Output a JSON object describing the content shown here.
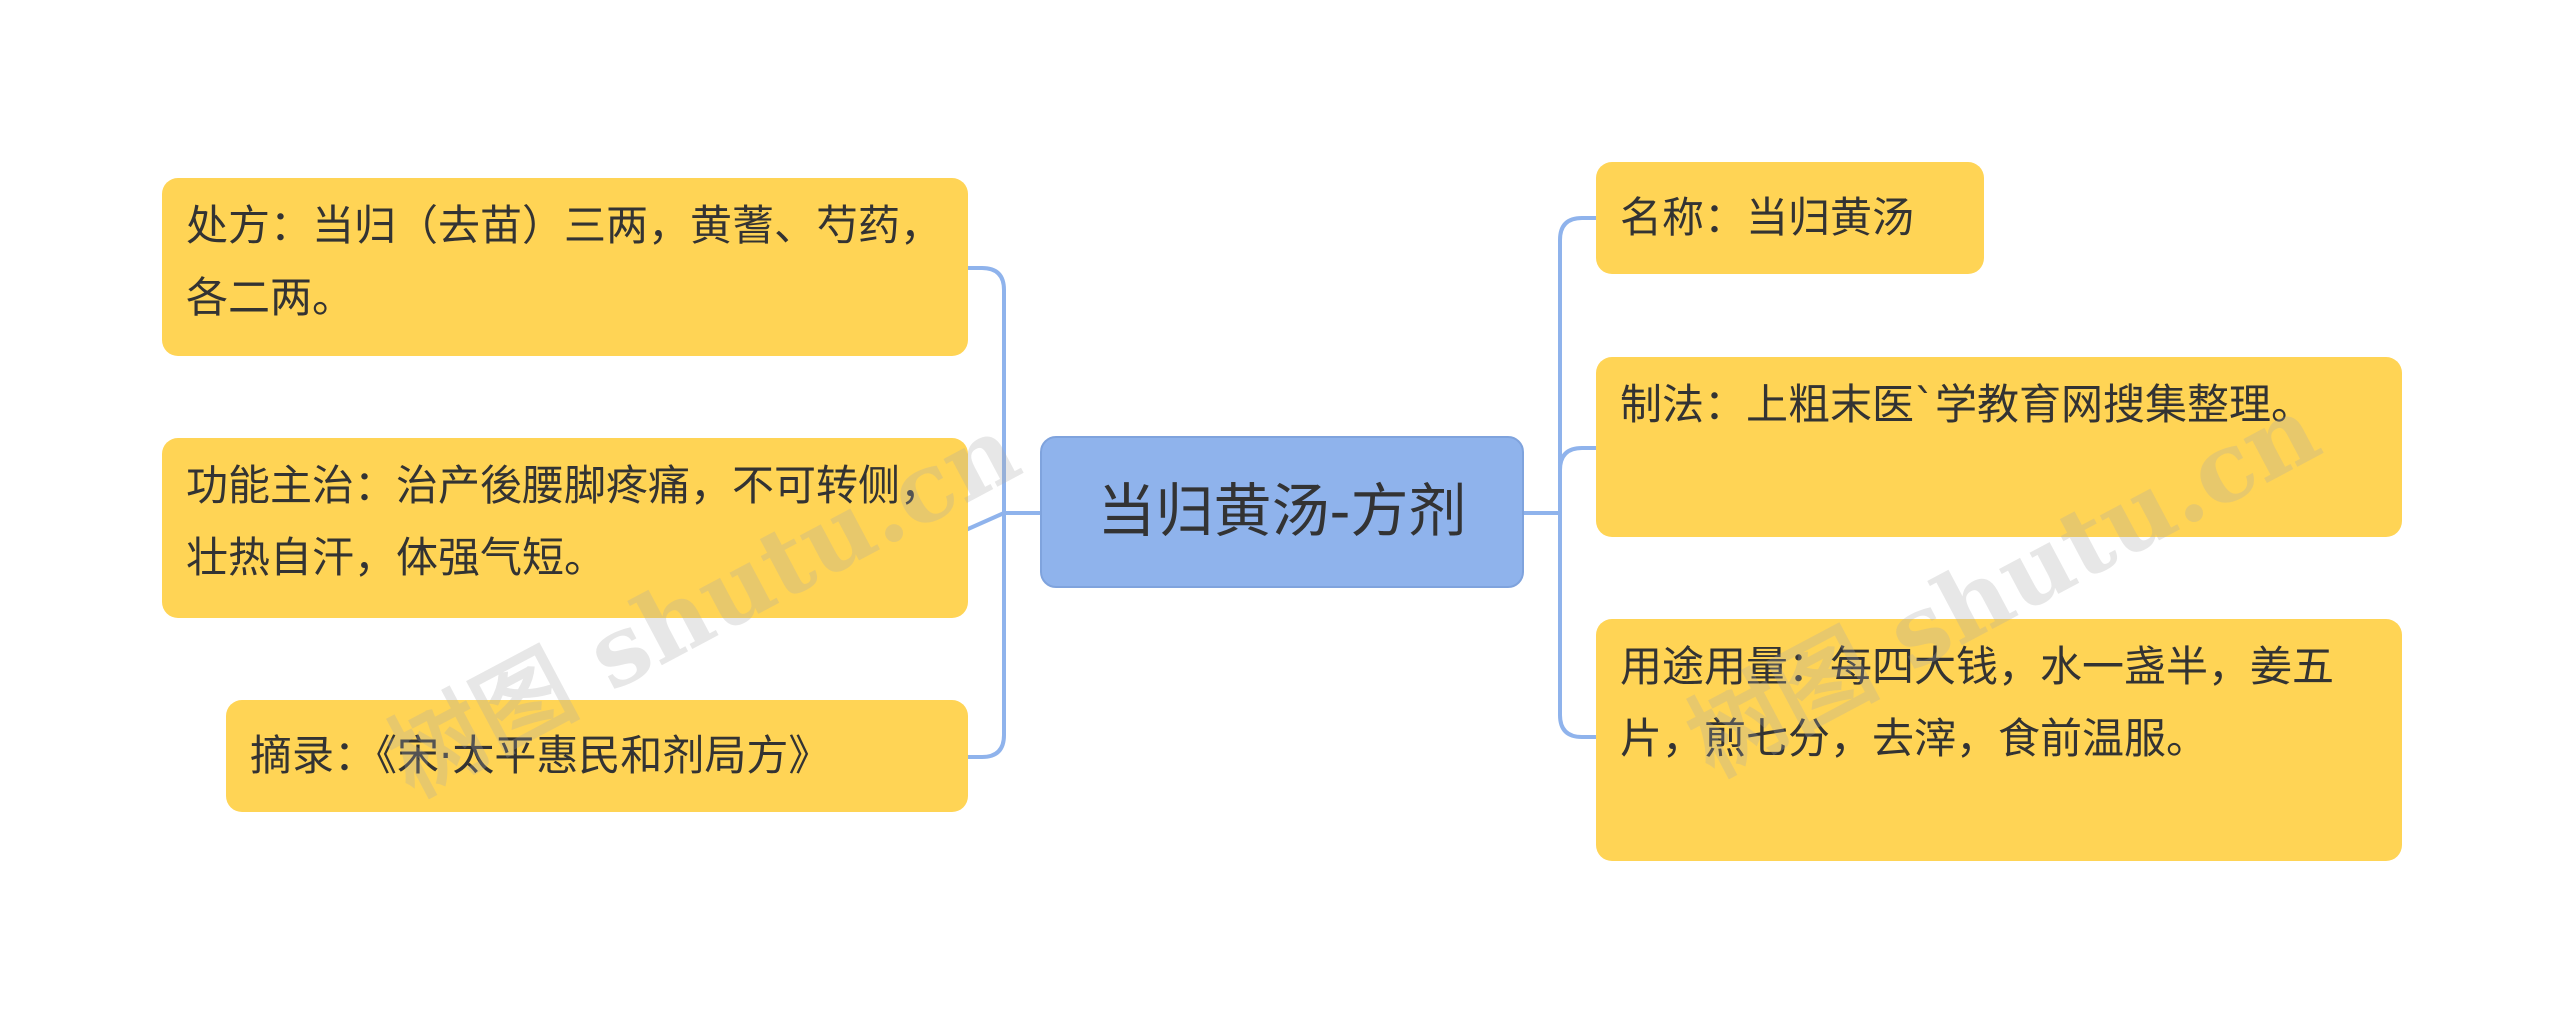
{
  "center": {
    "label": "当归黄汤-方剂"
  },
  "left_nodes": [
    {
      "id": "prescription",
      "label": "处方：当归（去苗）三两，黄蓍、芍药，各二两。"
    },
    {
      "id": "indications",
      "label": "功能主治：治产後腰脚疼痛，不可转侧，壮热自汗，体强气短。"
    },
    {
      "id": "excerpt",
      "label": "摘录：《宋·太平惠民和剂局方》"
    }
  ],
  "right_nodes": [
    {
      "id": "name",
      "label": "名称：当归黄汤"
    },
    {
      "id": "preparation",
      "label": "制法：上粗末医`学教育网搜集整理。"
    },
    {
      "id": "usage",
      "label": "用途用量：每四大钱，水一盏半，姜五片，煎七分，去滓，食前温服。"
    }
  ],
  "watermark": {
    "text_left": "树图 shutu.cn",
    "text_right": "树图 shutu.cn"
  },
  "colors": {
    "leaf_fill": "#ffd455",
    "center_fill": "#8fb3ec",
    "connector": "#8fb3ec",
    "text": "#333333"
  }
}
